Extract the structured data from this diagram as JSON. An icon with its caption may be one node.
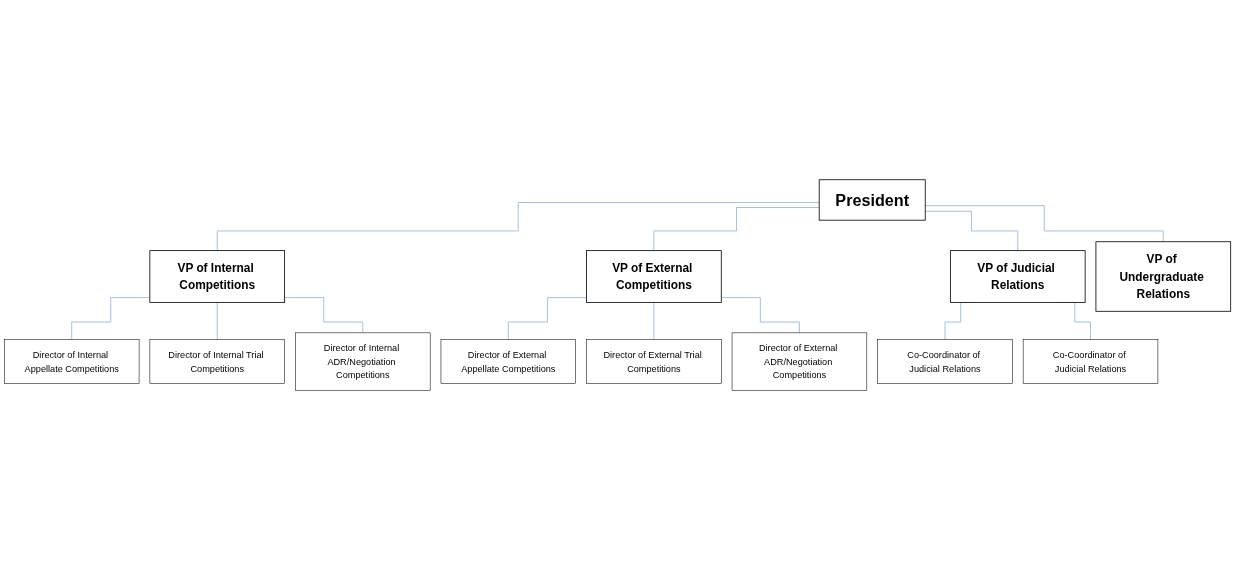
{
  "diagram": {
    "nodes": [
      {
        "text": [
          "President"
        ]
      },
      {
        "text": [
          "VP of Internal Competitions"
        ]
      },
      {
        "text": [
          "VP of External Competitions"
        ]
      },
      {
        "text": [
          "VP of Judicial Relations"
        ]
      },
      {
        "text": [
          "VP of Undergraduate Relations"
        ]
      },
      {
        "text": [
          "Director of Internal Appellate Competitions"
        ]
      },
      {
        "text": [
          "Director of Internal Trial Competitions"
        ]
      },
      {
        "text": [
          "Director of Internal ADR/Negotiation Competitions"
        ]
      },
      {
        "text": [
          "Director of External Appellate Competitions"
        ]
      },
      {
        "text": [
          "Director of External Trial Competitions"
        ]
      },
      {
        "text": [
          "Director of External ADR/Negotiation Competitions"
        ]
      },
      {
        "text": [
          "Co-Coordinator of Judicial Relations"
        ]
      },
      {
        "text": [
          "Co-Coordinator of Judicial Relations"
        ]
      }
    ],
    "edges": [
      {
        "from": 0,
        "to": 1,
        "arrow": "none"
      },
      {
        "from": 0,
        "to": 2,
        "arrow": "none"
      },
      {
        "from": 0,
        "to": 3,
        "arrow": "none"
      },
      {
        "from": 0,
        "to": 4,
        "arrow": "none"
      },
      {
        "from": 1,
        "to": 5,
        "arrow": "none"
      },
      {
        "from": 1,
        "to": 6,
        "arrow": "none"
      },
      {
        "from": 1,
        "to": 7,
        "arrow": "none"
      },
      {
        "from": 2,
        "to": 8,
        "arrow": "none"
      },
      {
        "from": 2,
        "to": 9,
        "arrow": "none"
      },
      {
        "from": 2,
        "to": 10,
        "arrow": "none"
      },
      {
        "from": 3,
        "to": 11,
        "arrow": "none"
      },
      {
        "from": 3,
        "to": 12,
        "arrow": "none"
      }
    ]
  }
}
